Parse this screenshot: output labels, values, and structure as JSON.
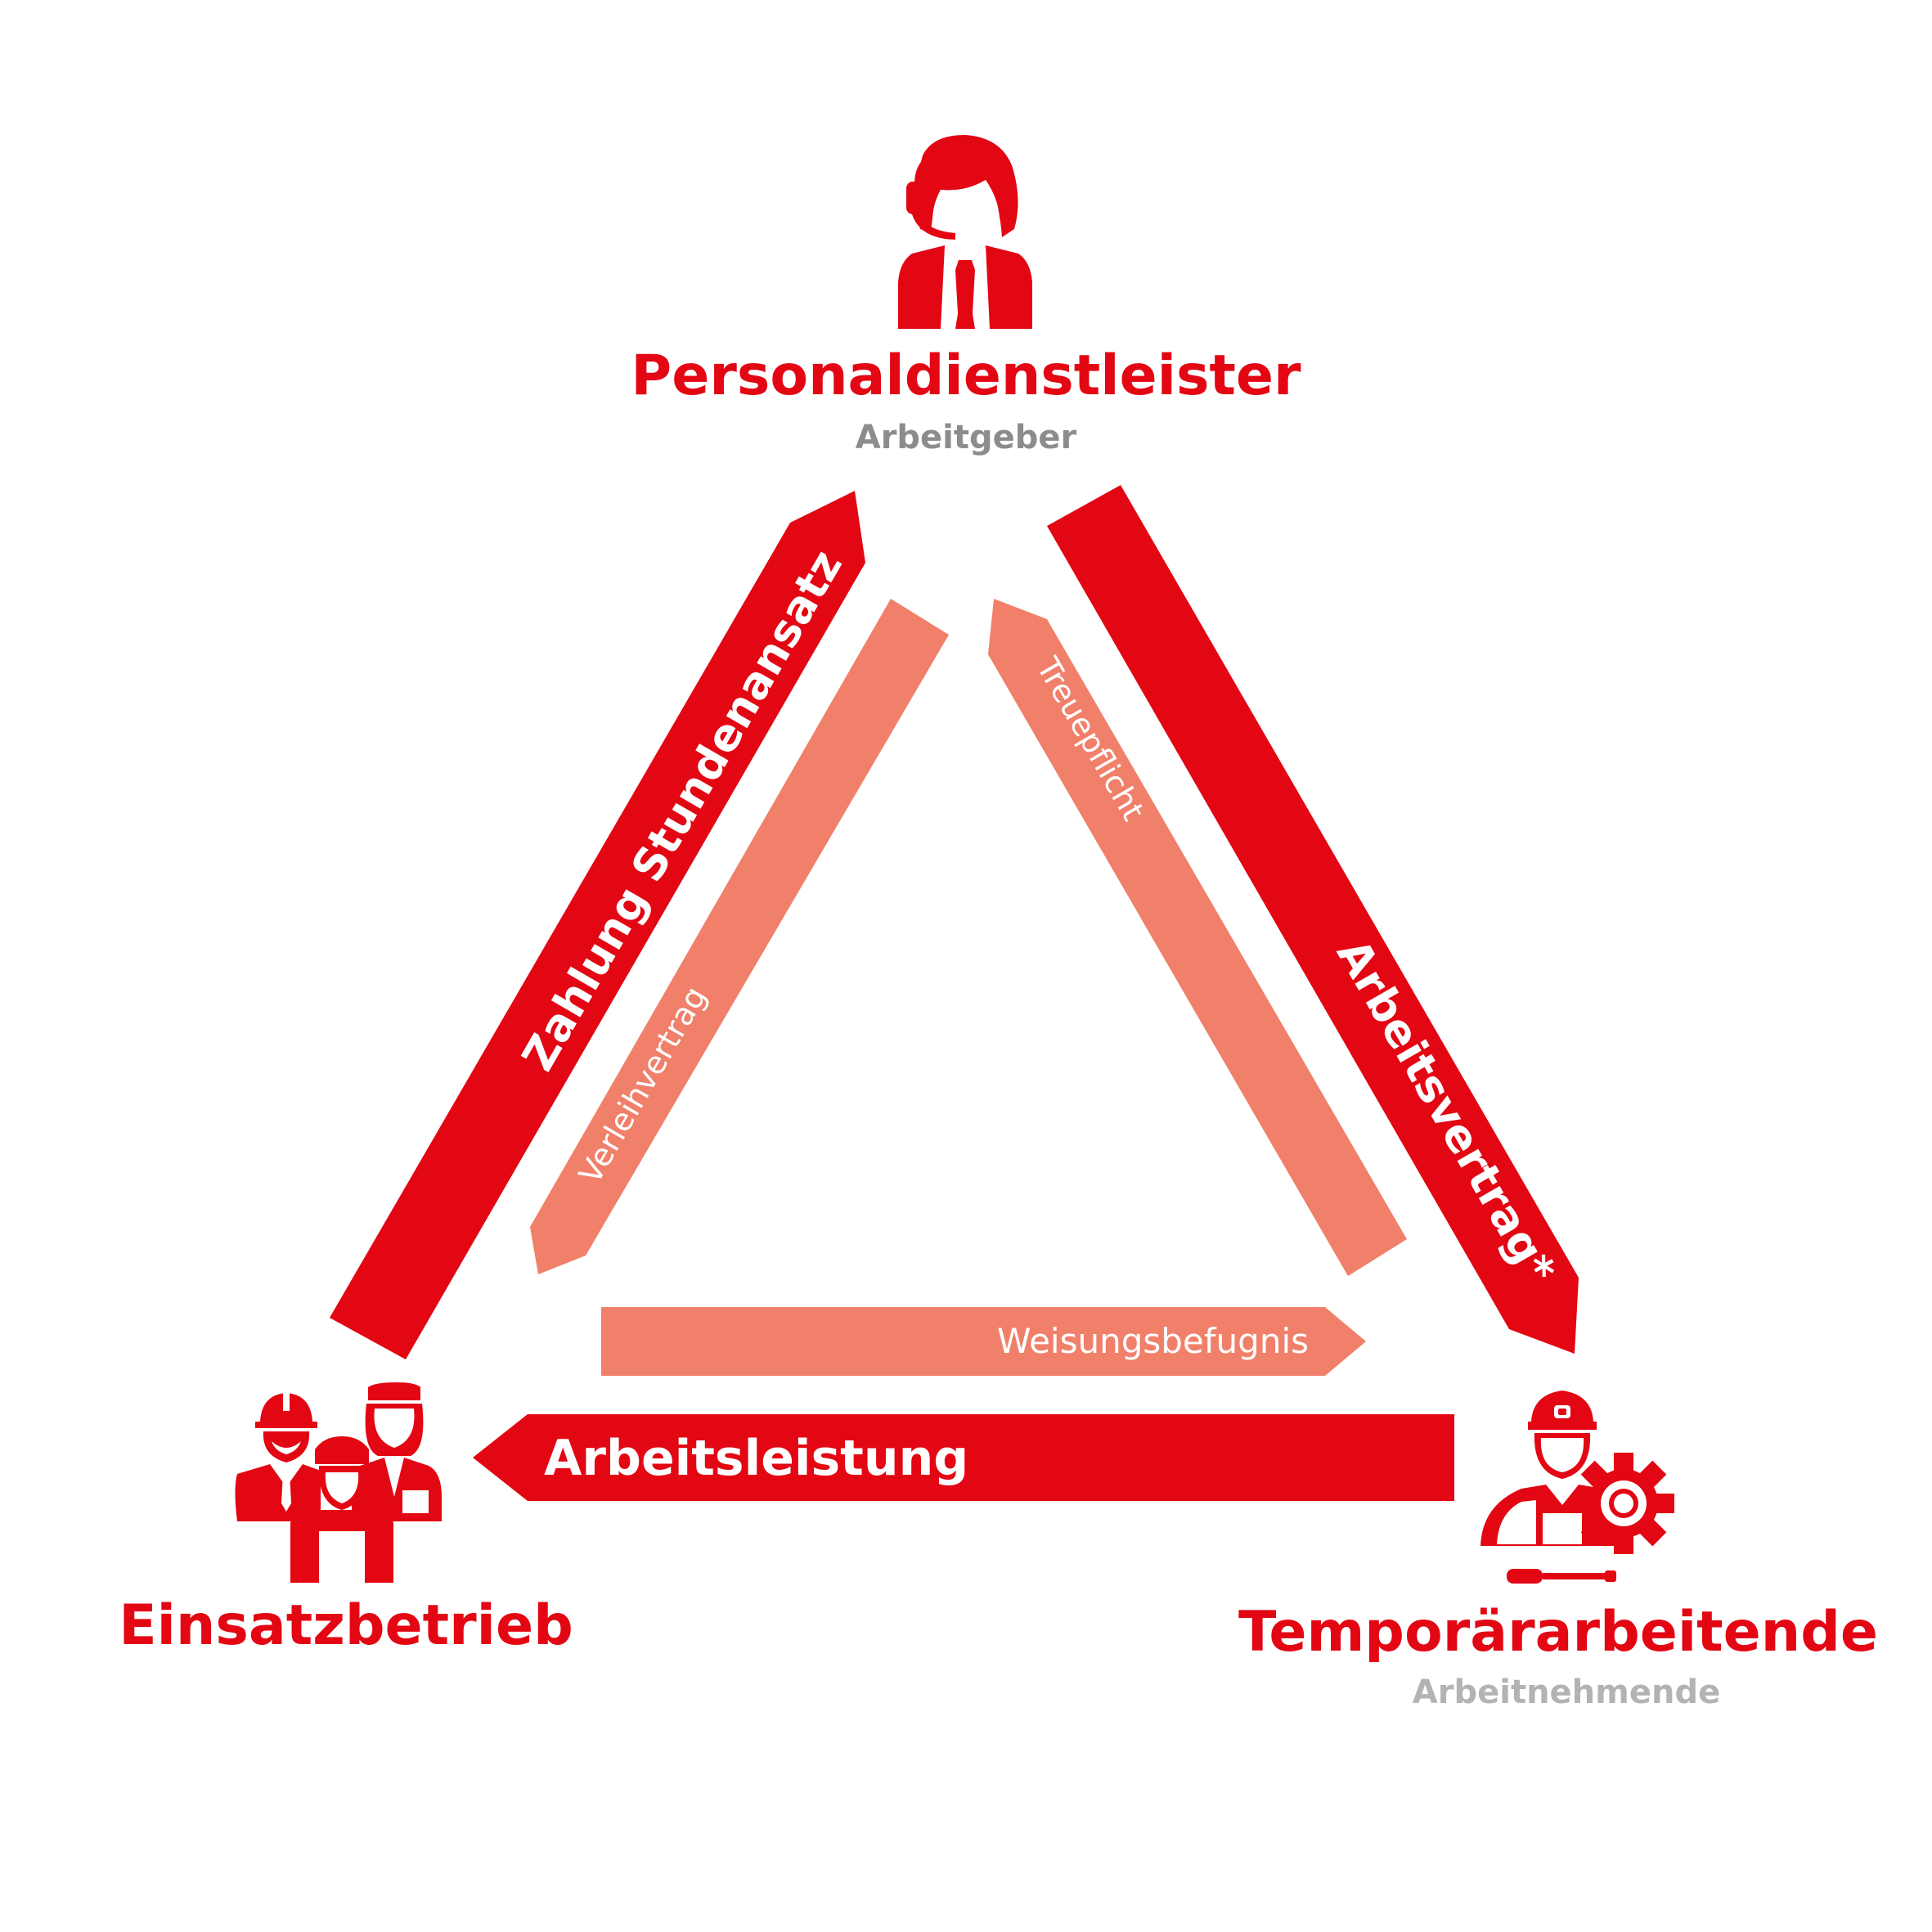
{
  "colors": {
    "primary": "#e30613",
    "light": "#f0806a",
    "gray": "#8c8c8c",
    "light_gray": "#b3b3b3",
    "white": "#ffffff"
  },
  "nodes": {
    "top": {
      "title": "Personaldienstleister",
      "subtitle": "Arbeitgeber",
      "icon": "headset-agent-icon"
    },
    "left": {
      "title": "Einsatzbetrieb",
      "icon": "workers-group-icon"
    },
    "right": {
      "title": "Temporärarbeitende",
      "subtitle": "Arbeitnehmende",
      "icon": "mechanic-gear-icon"
    }
  },
  "arrows": {
    "zahlung": "Zahlung Stundenansatz",
    "verleih": "Verleihvertrag",
    "treue": "Treuepflicht",
    "arbeitsvertrag": "Arbeitsvertrag*",
    "weisung": "Weisungsbefugnis",
    "arbeitsleistung": "Arbeitsleistung"
  }
}
